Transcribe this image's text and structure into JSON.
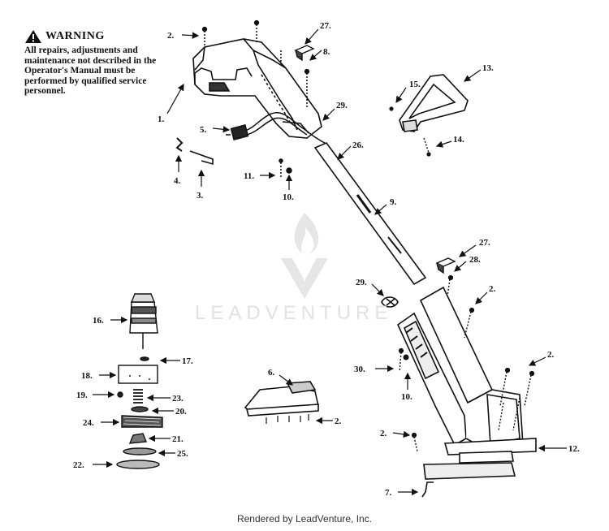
{
  "warning": {
    "title": "WARNING",
    "text": "All repairs, adjustments and maintenance not described in the Operator's Manual must be performed by qualified service personnel."
  },
  "watermark": "LEADVENTURE",
  "footer": "Rendered by LeadVenture, Inc.",
  "part_labels": [
    {
      "id": "p2a",
      "text": "2."
    },
    {
      "id": "p27a",
      "text": "27."
    },
    {
      "id": "p8",
      "text": "8."
    },
    {
      "id": "p1",
      "text": "1."
    },
    {
      "id": "p29a",
      "text": "29."
    },
    {
      "id": "p5",
      "text": "5."
    },
    {
      "id": "p26",
      "text": "26."
    },
    {
      "id": "p4",
      "text": "4."
    },
    {
      "id": "p3",
      "text": "3."
    },
    {
      "id": "p11",
      "text": "11."
    },
    {
      "id": "p10a",
      "text": "10."
    },
    {
      "id": "p13",
      "text": "13."
    },
    {
      "id": "p15",
      "text": "15."
    },
    {
      "id": "p14",
      "text": "14."
    },
    {
      "id": "p9",
      "text": "9."
    },
    {
      "id": "p27b",
      "text": "27."
    },
    {
      "id": "p28",
      "text": "28."
    },
    {
      "id": "p29b",
      "text": "29."
    },
    {
      "id": "p2b",
      "text": "2."
    },
    {
      "id": "p16",
      "text": "16."
    },
    {
      "id": "p17",
      "text": "17."
    },
    {
      "id": "p18",
      "text": "18."
    },
    {
      "id": "p30",
      "text": "30."
    },
    {
      "id": "p2c",
      "text": "2."
    },
    {
      "id": "p10b",
      "text": "10."
    },
    {
      "id": "p6",
      "text": "6."
    },
    {
      "id": "p19",
      "text": "19."
    },
    {
      "id": "p23",
      "text": "23."
    },
    {
      "id": "p20",
      "text": "20."
    },
    {
      "id": "p24",
      "text": "24."
    },
    {
      "id": "p2d",
      "text": "2."
    },
    {
      "id": "p21",
      "text": "21."
    },
    {
      "id": "p2e",
      "text": "2."
    },
    {
      "id": "p25",
      "text": "25."
    },
    {
      "id": "p12",
      "text": "12."
    },
    {
      "id": "p22",
      "text": "22."
    },
    {
      "id": "p7",
      "text": "7."
    }
  ]
}
